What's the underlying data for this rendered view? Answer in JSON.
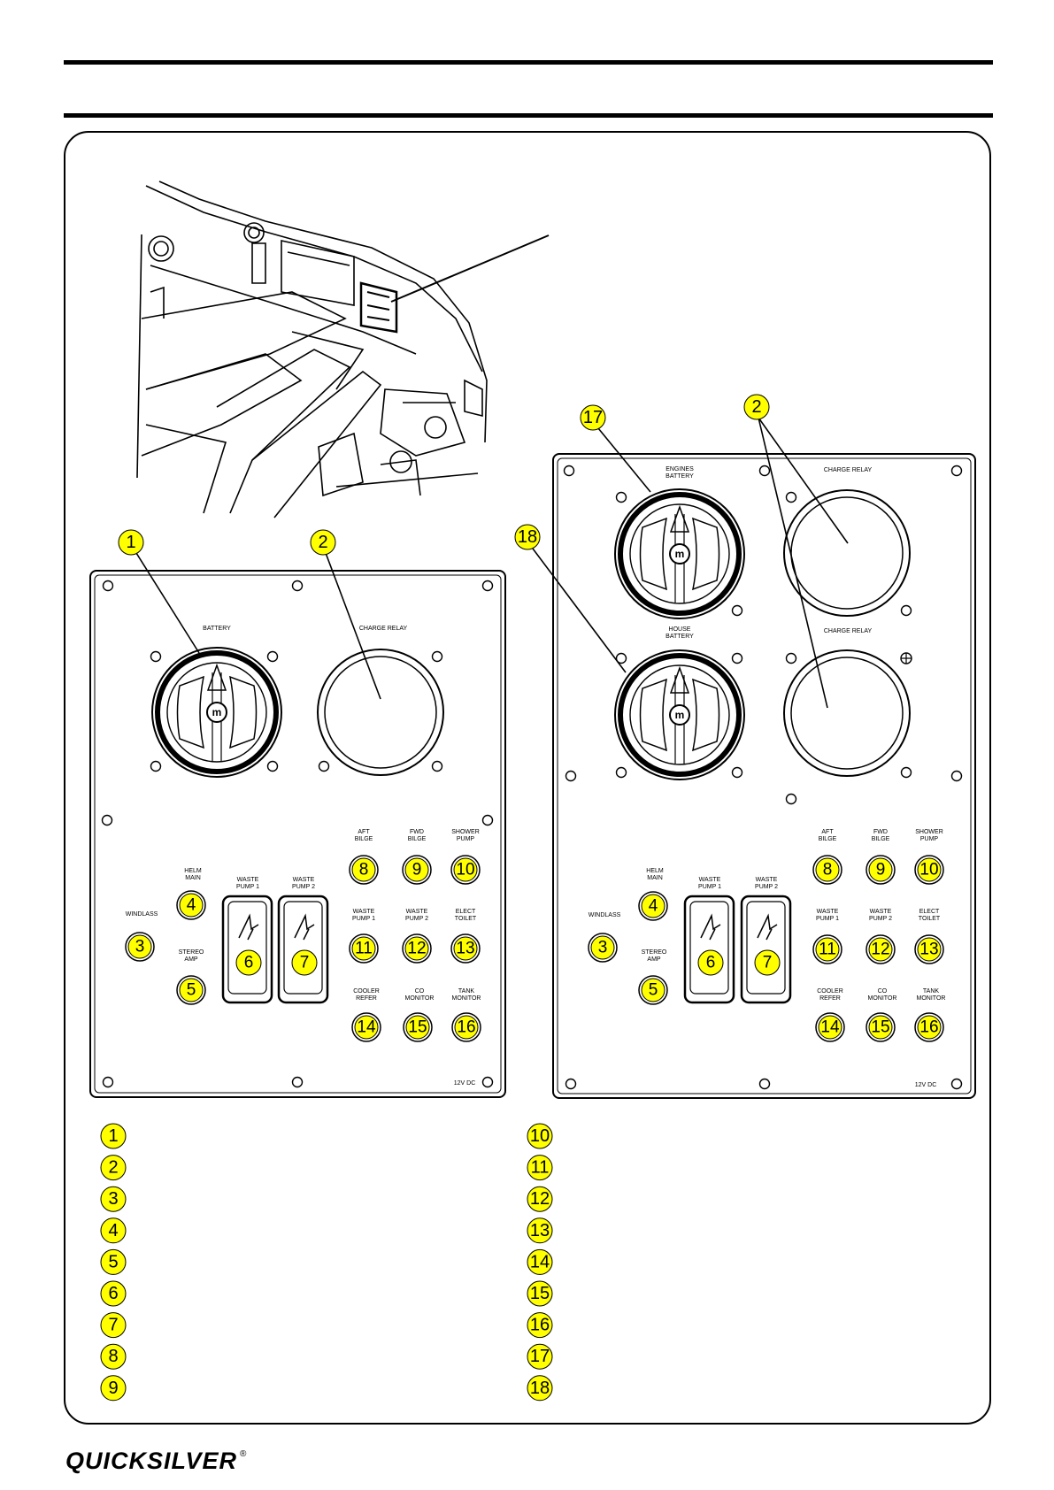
{
  "panel_a": {
    "battery": "BATTERY",
    "charge_relay": "CHARGE RELAY",
    "helm_main": [
      "HELM",
      "MAIN"
    ],
    "windlass": "WINDLASS",
    "stereo_amp": [
      "STEREO",
      "AMP"
    ],
    "waste_pump_1": [
      "WASTE",
      "PUMP 1"
    ],
    "waste_pump_2": [
      "WASTE",
      "PUMP 2"
    ],
    "aft_bilge": [
      "AFT",
      "BILGE"
    ],
    "fwd_bilge": [
      "FWD",
      "BILGE"
    ],
    "shower_pump": [
      "SHOWER",
      "PUMP"
    ],
    "waste_pump_1_sw": [
      "WASTE",
      "PUMP 1"
    ],
    "waste_pump_2_sw": [
      "WASTE",
      "PUMP 2"
    ],
    "elect_toilet": [
      "ELECT",
      "TOILET"
    ],
    "cooler_refer": [
      "COOLER",
      "REFER"
    ],
    "co_monitor": [
      "CO",
      "MONITOR"
    ],
    "tank_monitor": [
      "TANK",
      "MONITOR"
    ],
    "voltage": "12V DC"
  },
  "panel_b": {
    "engines_battery": [
      "ENGINES",
      "BATTERY"
    ],
    "house_battery": [
      "HOUSE",
      "BATTERY"
    ],
    "charge_relay_1": "CHARGE RELAY",
    "charge_relay_2": "CHARGE RELAY"
  },
  "callouts": {
    "n1": "1",
    "n2": "2",
    "n3": "3",
    "n4": "4",
    "n5": "5",
    "n6": "6",
    "n7": "7",
    "n8": "8",
    "n9": "9",
    "n10": "10",
    "n11": "11",
    "n12": "12",
    "n13": "13",
    "n14": "14",
    "n15": "15",
    "n16": "16",
    "n17": "17",
    "n18": "18"
  },
  "legend_left": [
    "1",
    "2",
    "3",
    "4",
    "5",
    "6",
    "7",
    "8",
    "9"
  ],
  "legend_right": [
    "10",
    "11",
    "12",
    "13",
    "14",
    "15",
    "16",
    "17",
    "18"
  ],
  "brand": "QUICKSILVER",
  "brand_mark": "®",
  "colors": {
    "callout_fill": "#ffff00",
    "line": "#000000"
  }
}
